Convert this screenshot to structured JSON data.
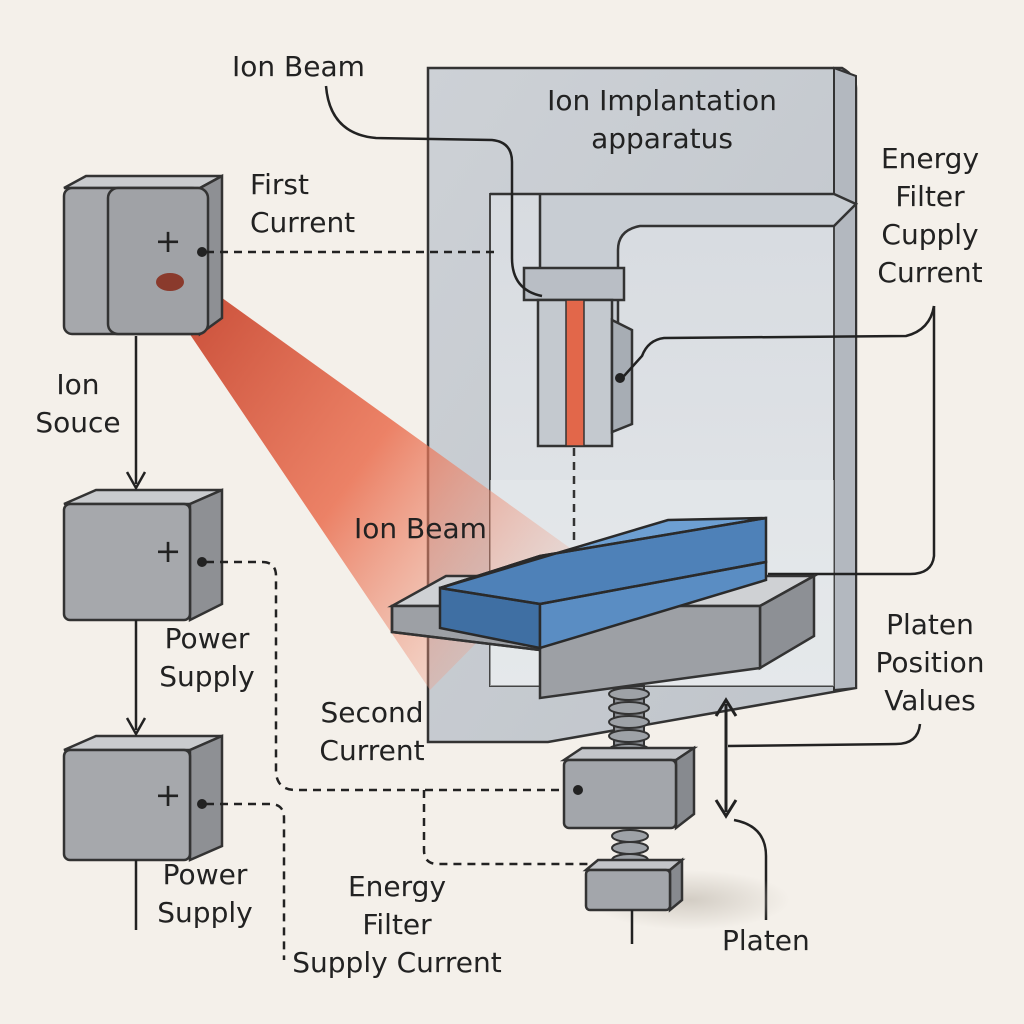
{
  "labels": {
    "ion_beam_top": "Ion Beam",
    "apparatus": "Ion Implantation\napparatus",
    "energy_filter_cupply": "Energy\nFilter\nCupply\nCurrent",
    "first_current": "First\nCurrent",
    "ion_source": "Ion\nSouce",
    "ion_beam_mid": "Ion Beam",
    "power_supply_1": "Power\nSupply",
    "power_supply_2": "Power\nSupply",
    "second_current": "Second\nCurrent",
    "energy_filter_supply": "Energy\nFilter\nSupply Current",
    "platen_position": "Platen\nPosition\nValues",
    "platen": "Platen"
  },
  "box_symbol": "+",
  "colors": {
    "background": "#f4f0ea",
    "beam": "#e8684a",
    "wafer": "#5b8fc4",
    "box": "#a9abaf",
    "apparatus": "#c7ccd2",
    "line": "#2a2a2a"
  }
}
